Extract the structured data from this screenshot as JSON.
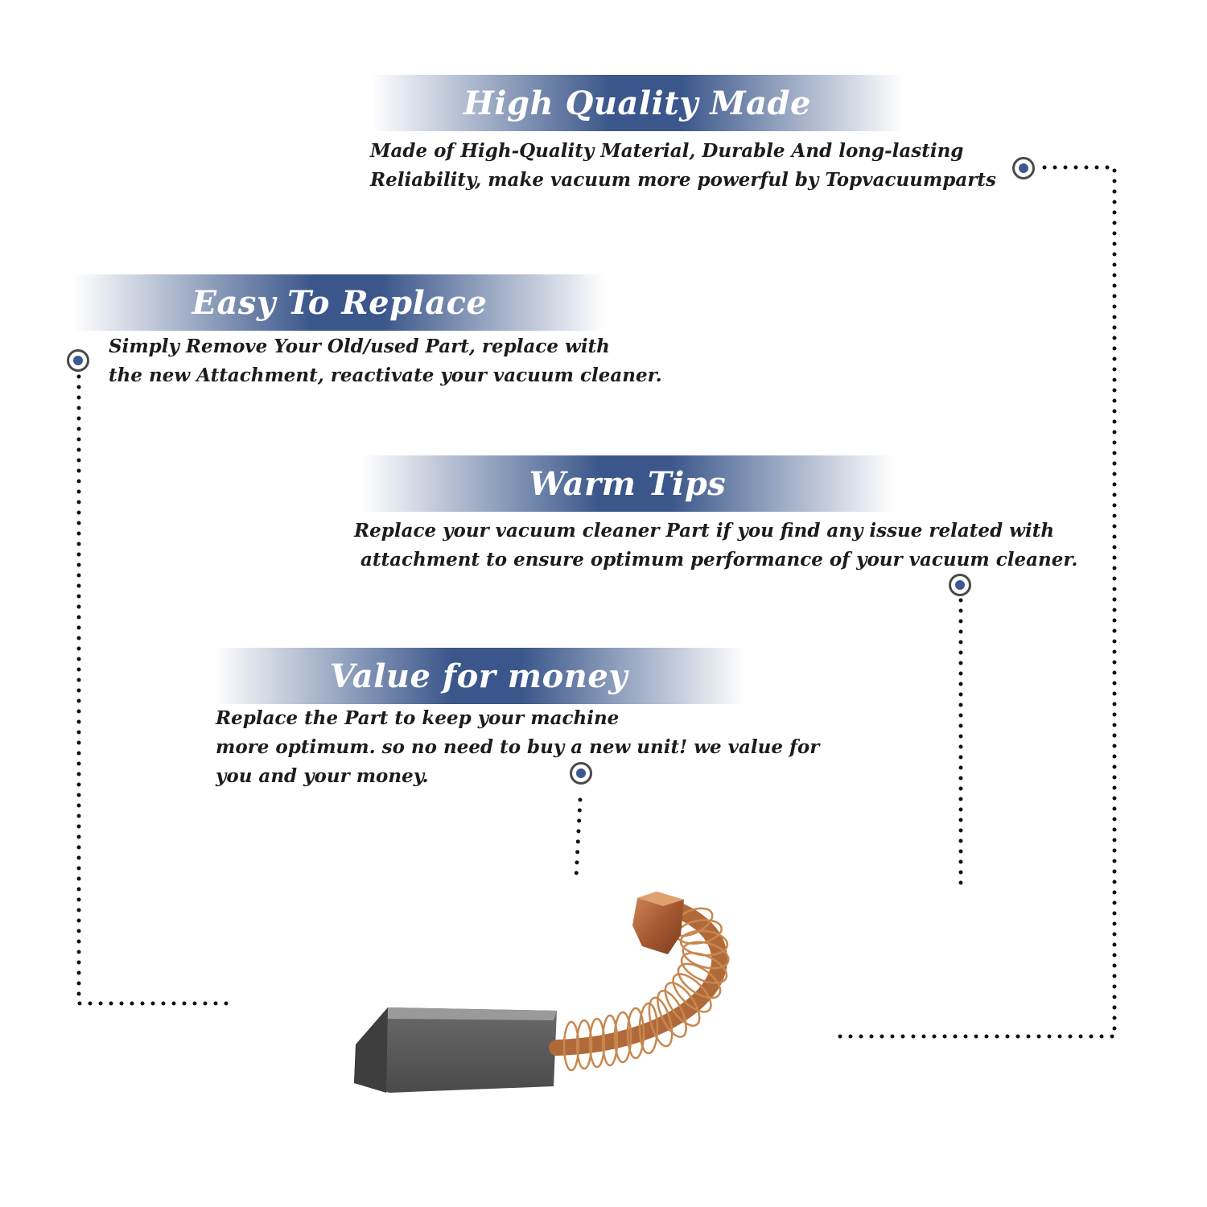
{
  "sections": [
    {
      "heading": "High Quality Made",
      "lines": [
        "Made of  High-Quality Material, Durable And long-lasting",
        "Reliability, make vacuum more powerful by Topvacuumparts"
      ]
    },
    {
      "heading": "Easy To Replace",
      "lines": [
        "Simply Remove Your Old/used Part, replace with",
        "the new Attachment, reactivate your vacuum cleaner."
      ]
    },
    {
      "heading": "Warm Tips",
      "lines": [
        "Replace your vacuum cleaner Part if you find any issue related with",
        " attachment to ensure optimum performance of your vacuum cleaner."
      ]
    },
    {
      "heading": "Value for money",
      "lines": [
        "Replace the Part to keep your machine",
        "more optimum. so no need to buy a new unit! we value for",
        "you and your money."
      ]
    }
  ],
  "colors": {
    "banner": "#3a568a",
    "marker_dot": "#3d5a8e",
    "marker_ring": "#4a4a4a",
    "text": "#1c1c1c"
  },
  "product_image": "carbon-brush-with-copper-spring"
}
